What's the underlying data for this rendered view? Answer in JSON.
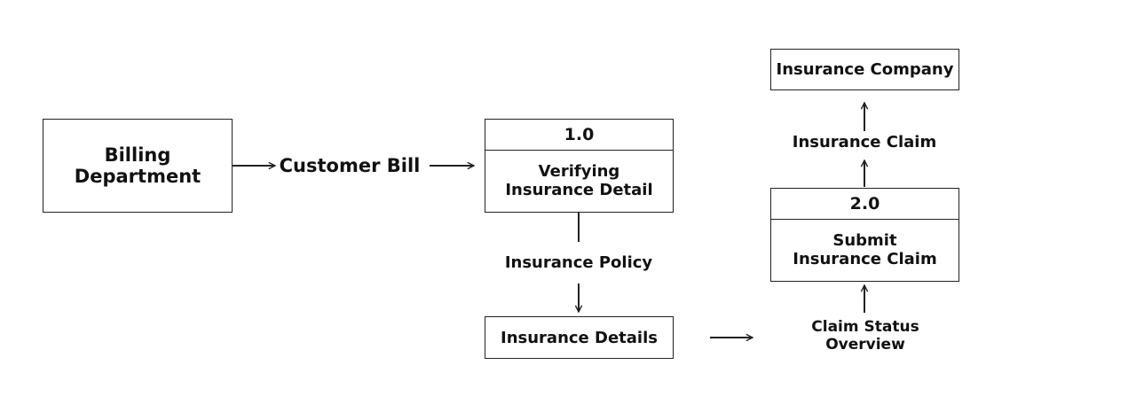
{
  "entities": {
    "billing": {
      "line1": "Billing",
      "line2": "Department"
    },
    "insurance_company": {
      "label": "Insurance Company"
    }
  },
  "processes": {
    "p1": {
      "id": "1.0",
      "line1": "Verifying",
      "line2": "Insurance Detail"
    },
    "p2": {
      "id": "2.0",
      "line1": "Submit",
      "line2": "Insurance Claim"
    }
  },
  "stores": {
    "insurance_details": {
      "label": "Insurance Details"
    }
  },
  "flows": {
    "customer_bill": "Customer Bill",
    "insurance_policy": "Insurance Policy",
    "insurance_claim": "Insurance Claim",
    "claim_status": {
      "line1": "Claim Status",
      "line2": "Overview"
    }
  }
}
